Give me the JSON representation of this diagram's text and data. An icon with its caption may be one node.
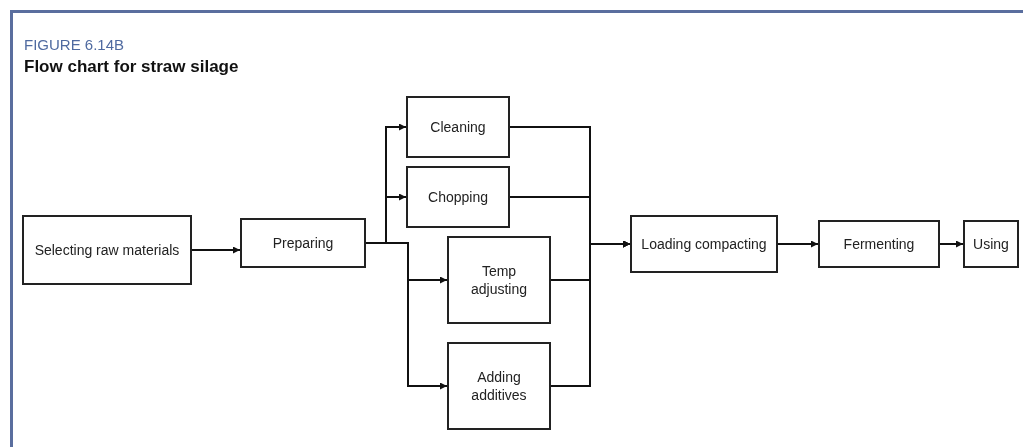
{
  "diagram": {
    "title": "Flow chart for straw silage",
    "labels": [
      "FIGURE 6.14B"
    ],
    "nodes": [
      {
        "text": [
          "Selecting raw materials"
        ]
      },
      {
        "text": [
          "Preparing"
        ]
      },
      {
        "text": [
          "Cleaning"
        ]
      },
      {
        "text": [
          "Chopping"
        ]
      },
      {
        "text": [
          "Temp adjusting"
        ]
      },
      {
        "text": [
          "Adding additives"
        ]
      },
      {
        "text": [
          "Loading compacting"
        ]
      },
      {
        "text": [
          "Fermenting"
        ]
      },
      {
        "text": [
          "Using"
        ]
      }
    ],
    "edges": [
      {
        "from": 0,
        "to": 1,
        "arrow": "to"
      },
      {
        "from": 1,
        "to": 2,
        "arrow": "to"
      },
      {
        "from": 1,
        "to": 3,
        "arrow": "to"
      },
      {
        "from": 1,
        "to": 4,
        "arrow": "to"
      },
      {
        "from": 1,
        "to": 5,
        "arrow": "to"
      },
      {
        "from": 2,
        "to": 6,
        "arrow": "to"
      },
      {
        "from": 3,
        "to": 6,
        "arrow": "to"
      },
      {
        "from": 4,
        "to": 6,
        "arrow": "to"
      },
      {
        "from": 5,
        "to": 6,
        "arrow": "to"
      },
      {
        "from": 6,
        "to": 7,
        "arrow": "to"
      },
      {
        "from": 7,
        "to": 8,
        "arrow": "to"
      }
    ]
  }
}
